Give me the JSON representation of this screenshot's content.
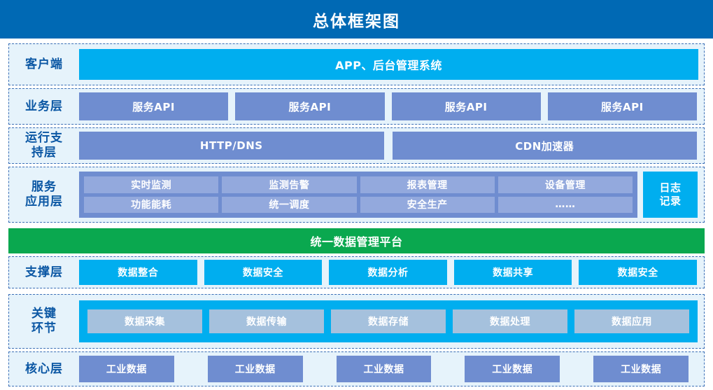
{
  "title": "总体框架图",
  "colors": {
    "title_bar": "#0069b4",
    "cyan": "#00aeef",
    "periwinkle": "#6f8dd0",
    "periwinkle_light": "#93a9dd",
    "steel": "#a5c1dd",
    "green": "#0aa84f",
    "row_background": "#e6f3fb",
    "row_border": "#3b6fb6",
    "label_text": "#0b57a4"
  },
  "rows": {
    "client": {
      "label": "客户端",
      "bar": "APP、后台管理系统"
    },
    "business": {
      "label": "业务层",
      "boxes": [
        "服务API",
        "服务API",
        "服务API",
        "服务API"
      ]
    },
    "runtime": {
      "label": "运行支\n持层",
      "label_line1": "运行支",
      "label_line2": "持层",
      "boxes": [
        "HTTP/DNS",
        "CDN加速器"
      ]
    },
    "service": {
      "label_line1": "服务",
      "label_line2": "应用层",
      "grid_row1": [
        "实时监测",
        "监测告警",
        "报表管理",
        "设备管理"
      ],
      "grid_row2": [
        "功能能耗",
        "统一调度",
        "安全生产",
        "……"
      ],
      "log_line1": "日志",
      "log_line2": "记录"
    },
    "platform": {
      "label": "统一数据管理平台"
    },
    "support": {
      "label": "支撑层",
      "boxes": [
        "数据整合",
        "数据安全",
        "数据分析",
        "数据共享",
        "数据安全"
      ]
    },
    "key": {
      "label_line1": "关键",
      "label_line2": "环节",
      "boxes": [
        "数据采集",
        "数据传输",
        "数据存储",
        "数据处理",
        "数据应用"
      ]
    },
    "core": {
      "label": "核心层",
      "boxes": [
        "工业数据",
        "工业数据",
        "工业数据",
        "工业数据",
        "工业数据"
      ]
    }
  }
}
